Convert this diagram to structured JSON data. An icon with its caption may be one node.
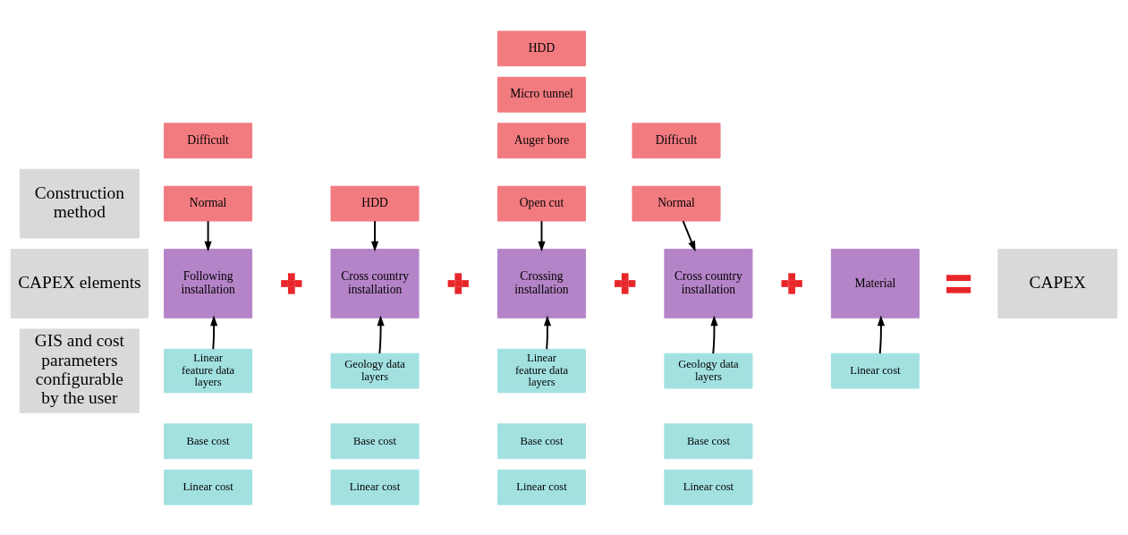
{
  "diagram": {
    "nodes": [
      {
        "text": [
          "Construction method"
        ]
      },
      {
        "text": [
          "Difficult"
        ]
      },
      {
        "text": [
          "Normal"
        ]
      },
      {
        "text": [
          "HDD"
        ]
      },
      {
        "text": [
          "HDD"
        ]
      },
      {
        "text": [
          "Micro tunnel"
        ]
      },
      {
        "text": [
          "Auger bore"
        ]
      },
      {
        "text": [
          "Open cut"
        ]
      },
      {
        "text": [
          "Difficult"
        ]
      },
      {
        "text": [
          "Normal"
        ]
      },
      {
        "text": [
          "CAPEX elements"
        ]
      },
      {
        "text": [
          "Following installation"
        ]
      },
      {
        "text": [],
        "shape": "plus"
      },
      {
        "text": [
          "Cross country installation"
        ]
      },
      {
        "text": [],
        "shape": "plus"
      },
      {
        "text": [
          "Crossing installation"
        ]
      },
      {
        "text": [],
        "shape": "plus"
      },
      {
        "text": [
          "Cross country installation"
        ]
      },
      {
        "text": [],
        "shape": "plus"
      },
      {
        "text": [
          "Material"
        ]
      },
      {
        "text": [],
        "shape": "equals"
      },
      {
        "text": [
          "CAPEX"
        ]
      },
      {
        "text": [
          "GIS and cost parameters configurable by the user"
        ]
      },
      {
        "text": [
          "Linear feature data layers"
        ]
      },
      {
        "text": [
          "Base cost"
        ]
      },
      {
        "text": [
          "Linear cost"
        ]
      },
      {
        "text": [
          "Geology data layers"
        ]
      },
      {
        "text": [
          "Base cost"
        ]
      },
      {
        "text": [
          "Linear cost"
        ]
      },
      {
        "text": [
          "Linear feature data layers"
        ]
      },
      {
        "text": [
          "Base cost"
        ]
      },
      {
        "text": [
          "Linear cost"
        ]
      },
      {
        "text": [
          "Geology data layers"
        ]
      },
      {
        "text": [
          "Base cost"
        ]
      },
      {
        "text": [
          "Linear cost"
        ]
      },
      {
        "text": [
          "Linear cost"
        ]
      }
    ],
    "edges": [
      {
        "from": 2,
        "to": 11,
        "arrow": "to"
      },
      {
        "from": 3,
        "to": 13,
        "arrow": "to"
      },
      {
        "from": 7,
        "to": 15,
        "arrow": "to"
      },
      {
        "from": 9,
        "to": 17,
        "arrow": "to"
      },
      {
        "from": 23,
        "to": 11,
        "arrow": "to"
      },
      {
        "from": 26,
        "to": 13,
        "arrow": "to"
      },
      {
        "from": 29,
        "to": 15,
        "arrow": "to"
      },
      {
        "from": 32,
        "to": 17,
        "arrow": "to"
      },
      {
        "from": 35,
        "to": 19,
        "arrow": "to"
      }
    ]
  }
}
